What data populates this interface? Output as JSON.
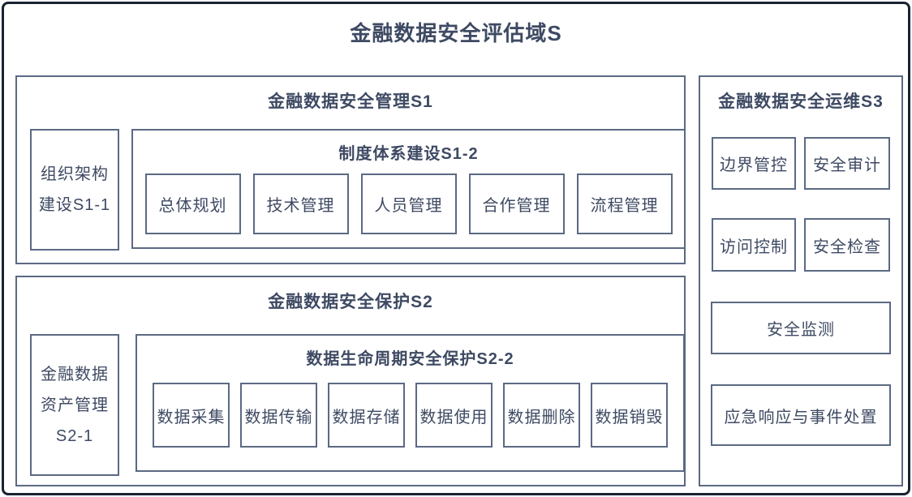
{
  "title": "金融数据安全评估域S",
  "colors": {
    "box_border": "#5b6983",
    "outer_border": "#1a2332",
    "text": "#3e4a63",
    "background": "#ffffff"
  },
  "sections": {
    "s1": {
      "title": "金融数据安全管理S1",
      "side_box": {
        "lines": [
          "组织架构",
          "建设S1-1"
        ]
      },
      "sub": {
        "title": "制度体系建设S1-2",
        "items": [
          "总体规划",
          "技术管理",
          "人员管理",
          "合作管理",
          "流程管理"
        ]
      }
    },
    "s2": {
      "title": "金融数据安全保护S2",
      "side_box": {
        "lines": [
          "金融数据",
          "资产管理",
          "S2-1"
        ]
      },
      "sub": {
        "title": "数据生命周期安全保护S2-2",
        "items": [
          "数据采集",
          "数据传输",
          "数据存储",
          "数据使用",
          "数据删除",
          "数据销毁"
        ]
      }
    },
    "s3": {
      "title": "金融数据安全运维S3",
      "grid_items": [
        "边界管控",
        "安全审计",
        "访问控制",
        "安全检查"
      ],
      "wide_items": [
        "安全监测",
        "应急响应与事件处置"
      ]
    }
  }
}
